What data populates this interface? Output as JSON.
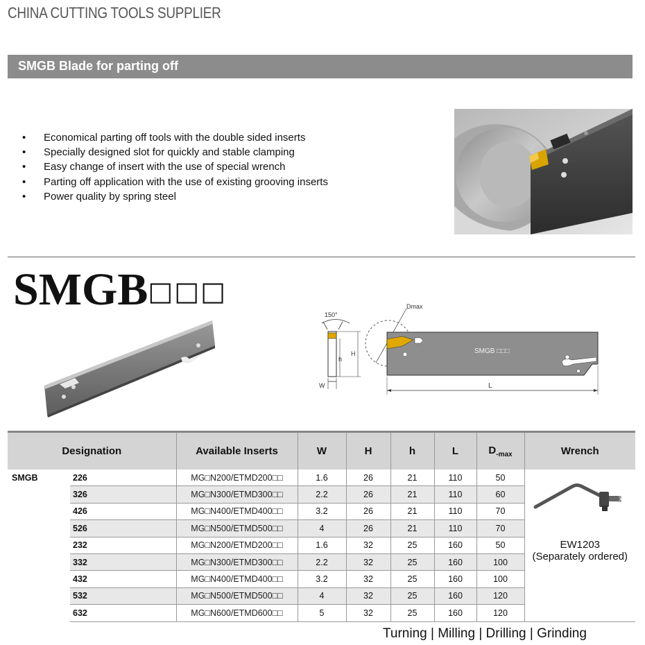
{
  "header": {
    "brand": "CHINA  CUTTING TOOLS SUPPLIER",
    "banner_title": "SMGB Blade for parting off"
  },
  "features": [
    "Economical parting off tools with the double sided inserts",
    "Specially designed slot for quickly and stable clamping",
    "Easy change of insert with the use of special wrench",
    "Parting off application with the use of existing grooving inserts",
    "Power quality by spring steel"
  ],
  "model": {
    "name": "SMGB",
    "suffix": "□□□"
  },
  "drawing": {
    "angle_label": "150°",
    "dmax_label": "Dmax",
    "h_label": "h",
    "H_label": "H",
    "w_label": "W",
    "l_label": "L",
    "blade_text": "SMGB □□□"
  },
  "table": {
    "headers": {
      "designation": "Designation",
      "inserts": "Available  Inserts",
      "w": "W",
      "H": "H",
      "h": "h",
      "L": "L",
      "dmax_main": "D",
      "dmax_sub": "-max",
      "wrench": "Wrench"
    },
    "series": "SMGB",
    "rows": [
      {
        "code": "226",
        "insert": "MG□N200/ETMD200□□",
        "w": "1.6",
        "H": "26",
        "h": "21",
        "L": "110",
        "dmax": "50"
      },
      {
        "code": "326",
        "insert": "MG□N300/ETMD300□□",
        "w": "2.2",
        "H": "26",
        "h": "21",
        "L": "110",
        "dmax": "60"
      },
      {
        "code": "426",
        "insert": "MG□N400/ETMD400□□",
        "w": "3.2",
        "H": "26",
        "h": "21",
        "L": "110",
        "dmax": "70"
      },
      {
        "code": "526",
        "insert": "MG□N500/ETMD500□□",
        "w": "4",
        "H": "26",
        "h": "21",
        "L": "110",
        "dmax": "70"
      },
      {
        "code": "232",
        "insert": "MG□N200/ETMD200□□",
        "w": "1.6",
        "H": "32",
        "h": "25",
        "L": "160",
        "dmax": "50"
      },
      {
        "code": "332",
        "insert": "MG□N300/ETMD300□□",
        "w": "2.2",
        "H": "32",
        "h": "25",
        "L": "160",
        "dmax": "100"
      },
      {
        "code": "432",
        "insert": "MG□N400/ETMD400□□",
        "w": "3.2",
        "H": "32",
        "h": "25",
        "L": "160",
        "dmax": "100"
      },
      {
        "code": "532",
        "insert": "MG□N500/ETMD500□□",
        "w": "4",
        "H": "32",
        "h": "25",
        "L": "160",
        "dmax": "120"
      },
      {
        "code": "632",
        "insert": "MG□N600/ETMD600□□",
        "w": "5",
        "H": "32",
        "h": "25",
        "L": "160",
        "dmax": "120"
      }
    ],
    "wrench": {
      "code": "EW1203",
      "note": "(Separately ordered)"
    }
  },
  "footer": {
    "tagline": "Turning | Milling | Drilling | Grinding"
  },
  "colors": {
    "banner": "#8c8c8c",
    "header_row": "#d4d4d4",
    "alt_row": "#e8e8e8",
    "insert_gold": "#e0a800"
  }
}
